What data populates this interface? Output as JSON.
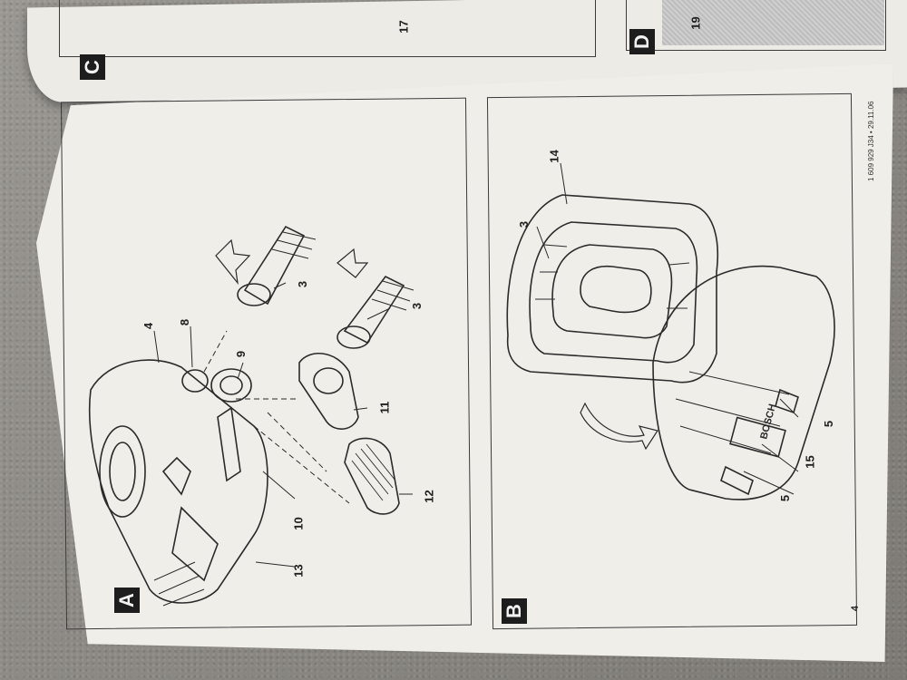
{
  "sections": {
    "a": "A",
    "b": "B",
    "c": "C",
    "d": "D"
  },
  "callouts": {
    "panel_a": [
      "4",
      "8",
      "9",
      "3",
      "3",
      "11",
      "12",
      "10",
      "13"
    ],
    "panel_b": [
      "14",
      "3",
      "5",
      "15",
      "5"
    ],
    "top": [
      "17",
      "19"
    ]
  },
  "page_number": "4",
  "part_code": "1 609 929 J34 • 29.11.06",
  "brand": "BOSCH"
}
